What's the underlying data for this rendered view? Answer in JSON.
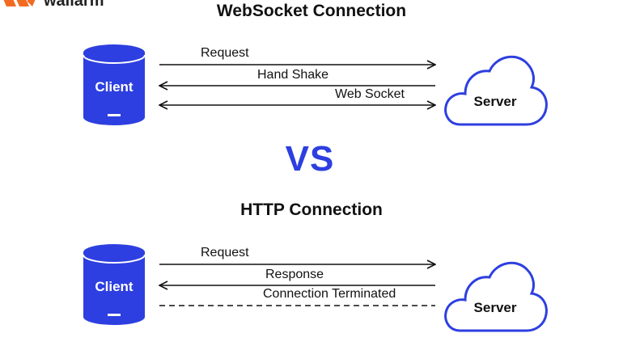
{
  "brand": {
    "name": "wallarm",
    "accent": "#f26b21"
  },
  "colors": {
    "client_fill": "#2d3fe0",
    "server_stroke": "#2d3fe0",
    "vs": "#2d3fe0"
  },
  "websocket": {
    "title": "WebSocket Connection",
    "client_label": "Client",
    "server_label": "Server",
    "arrows": [
      {
        "label": "Request",
        "direction": "client-to-server",
        "style": "solid"
      },
      {
        "label": "Hand Shake",
        "direction": "server-to-client",
        "style": "solid"
      },
      {
        "label": "Web Socket",
        "direction": "bidirectional",
        "style": "solid"
      }
    ]
  },
  "vs_text": "VS",
  "http": {
    "title": "HTTP Connection",
    "client_label": "Client",
    "server_label": "Server",
    "arrows": [
      {
        "label": "Request",
        "direction": "client-to-server",
        "style": "solid"
      },
      {
        "label": "Response",
        "direction": "server-to-client",
        "style": "solid"
      },
      {
        "label": "Connection Terminated",
        "direction": "none",
        "style": "dashed"
      }
    ]
  }
}
